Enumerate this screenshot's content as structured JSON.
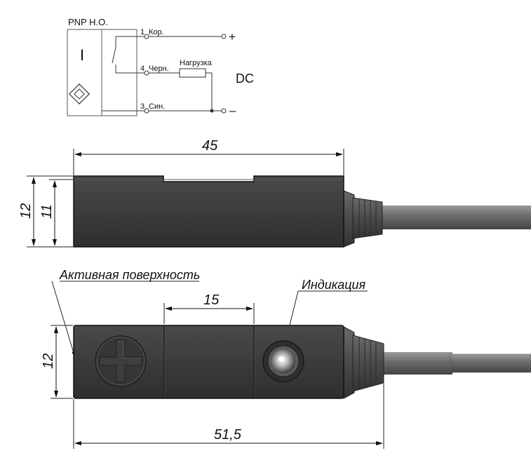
{
  "wiring": {
    "type_label": "PNP Н.О.",
    "pins": [
      {
        "num": "1",
        "label": "Кор."
      },
      {
        "num": "4",
        "label": "Черн."
      },
      {
        "num": "3",
        "label": "Син."
      }
    ],
    "plus": "+",
    "minus": "–",
    "load_label": "Нагрузка",
    "supply_label": "DC",
    "sensor_mark": "I"
  },
  "dimensions": {
    "top_length": "45",
    "height_outer": "12",
    "height_inner": "11",
    "face_height": "12",
    "middle_width": "15",
    "total_length": "51,5"
  },
  "callouts": {
    "active_surface": "Активная поверхность",
    "indication": "Индикация"
  },
  "colors": {
    "body": "#3b3b3b",
    "body_edge": "#1a1a1a",
    "cable": "#777777",
    "connector": "#555555"
  }
}
